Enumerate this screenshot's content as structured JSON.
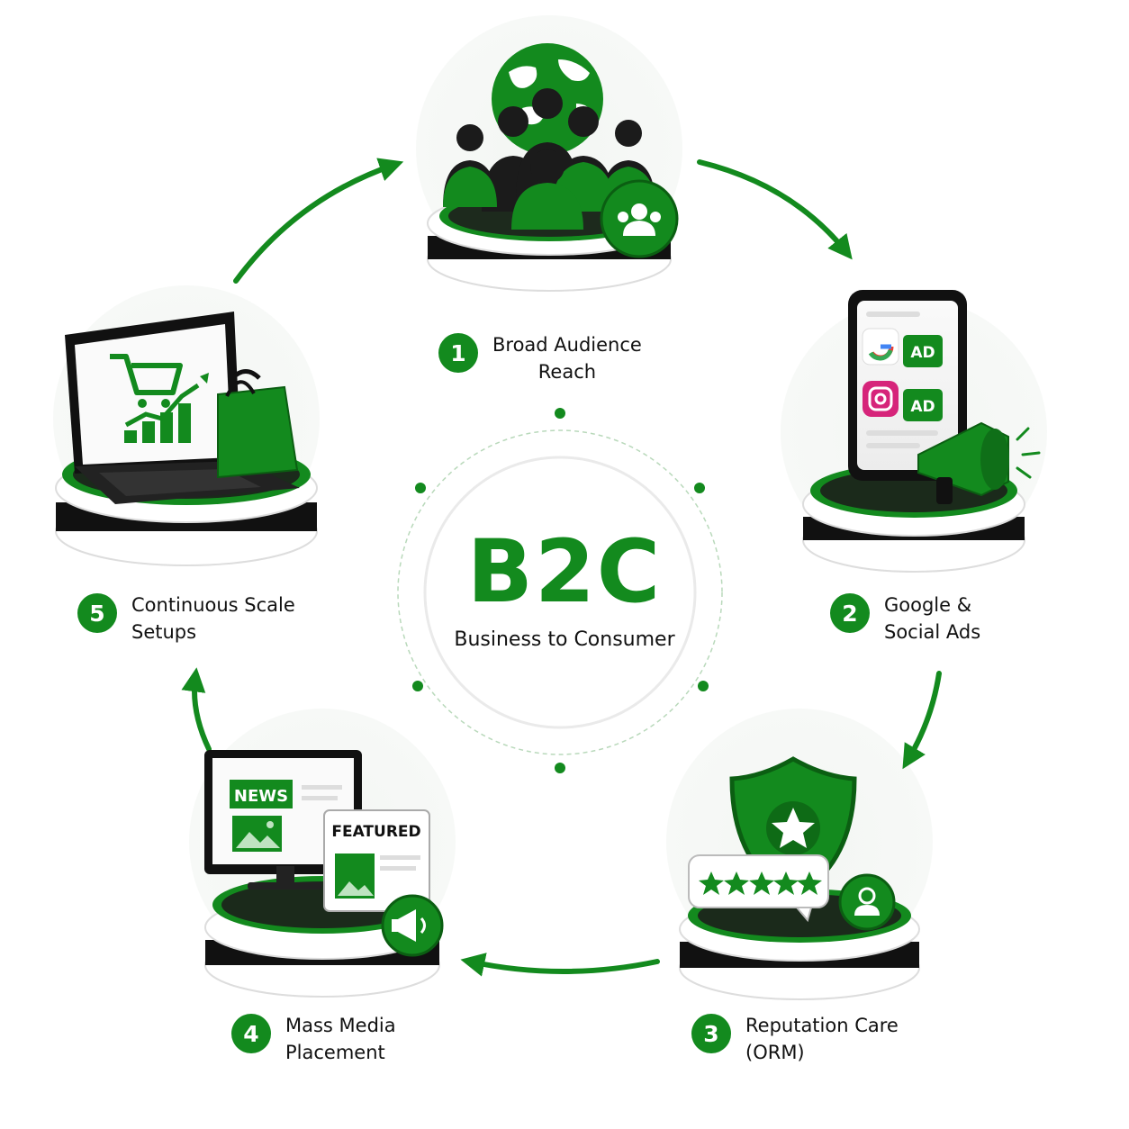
{
  "center": {
    "title": "B2C",
    "subtitle": "Business to Consumer"
  },
  "steps": [
    {
      "number": "1",
      "line1": "Broad Audience",
      "line2": "Reach",
      "icon": "audience-globe-icon"
    },
    {
      "number": "2",
      "line1": "Google &",
      "line2": "Social Ads",
      "icon": "phone-ads-icon"
    },
    {
      "number": "3",
      "line1": "Reputation Care",
      "line2": "(ORM)",
      "icon": "shield-star-icon"
    },
    {
      "number": "4",
      "line1": "Mass Media",
      "line2": "Placement",
      "icon": "news-monitor-icon"
    },
    {
      "number": "5",
      "line1": "Continuous Scale",
      "line2": "Setups",
      "icon": "laptop-cart-icon"
    }
  ],
  "badges": {
    "ad": "AD",
    "news": "NEWS",
    "featured": "FEATURED"
  },
  "colors": {
    "brand_green": "#138a1e",
    "dark": "#111111",
    "light_green": "#e9f3e9"
  }
}
